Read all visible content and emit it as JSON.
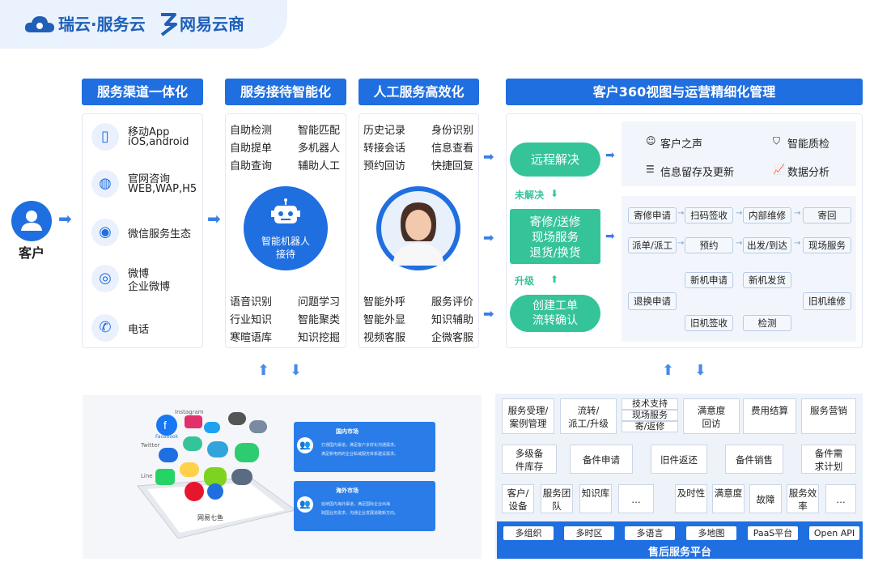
{
  "brand": {
    "left": "瑞云·服务云",
    "right": "网易云商"
  },
  "customer": {
    "label": "客户"
  },
  "col1": {
    "title": "服务渠道一体化",
    "items": [
      {
        "icon": "phone-icon",
        "l1": "移动App",
        "l2": "iOS,android"
      },
      {
        "icon": "globe-icon",
        "l1": "官网咨询",
        "l2": "WEB,WAP,H5"
      },
      {
        "icon": "wechat-icon",
        "l1": "微信服务生态",
        "l2": ""
      },
      {
        "icon": "weibo-icon",
        "l1": "微博",
        "l2": "企业微博"
      },
      {
        "icon": "telephone-icon",
        "l1": "电话",
        "l2": ""
      }
    ]
  },
  "col2": {
    "title": "服务接待智能化",
    "top": [
      "自助检测",
      "智能匹配",
      "自助提单",
      "多机器人",
      "自助查询",
      "辅助人工"
    ],
    "robot": {
      "l1": "智能机器人",
      "l2": "接待"
    },
    "bottom": [
      "语音识别",
      "问题学习",
      "行业知识",
      "智能聚类",
      "寒暄语库",
      "知识挖掘"
    ]
  },
  "col3": {
    "title": "人工服务高效化",
    "top": [
      "历史记录",
      "身份识别",
      "转接会话",
      "信息查看",
      "预约回访",
      "快捷回复"
    ],
    "bottom": [
      "智能外呼",
      "服务评价",
      "智能外显",
      "知识辅助",
      "视频客服",
      "企微客服"
    ]
  },
  "col4": {
    "title": "客户360视图与运营精细化管理",
    "remote": "远程解决",
    "unresolved": "未解决",
    "mid": [
      "寄修/送修",
      "现场服务",
      "退货/换货"
    ],
    "upgrade": "升级",
    "ticket": [
      "创建工单",
      "流转确认"
    ],
    "features": [
      "客户之声",
      "智能质检",
      "信息留存及更新",
      "数据分析"
    ],
    "flow": {
      "row1": [
        "寄修申请",
        "扫码签收",
        "内部维修",
        "寄回"
      ],
      "row2": [
        "派单/派工",
        "预约",
        "出发/到达",
        "现场服务"
      ],
      "row3a": [
        "新机申请",
        "新机发货"
      ],
      "row3": [
        "退换申请",
        "旧机维修"
      ],
      "row3b": [
        "旧机签收",
        "检测"
      ]
    }
  },
  "illustration": {
    "social": [
      "Instagram",
      "Twitter",
      "Line",
      "Facebook"
    ],
    "hub": "网易七鱼",
    "card1": {
      "title": "国内市场",
      "lines": [
        "打通国内渠道，满足客户多样化沟通需求。",
        "满足新电商的企业私域服务体系建设需求。"
      ]
    },
    "card2": {
      "title": "海外市场",
      "lines": [
        "延续国内海外渠道，满足国际企业出海",
        "跨国业务需求，沟通企业发展道路新方向。"
      ]
    }
  },
  "platform": {
    "row1": [
      "服务受理/案例管理",
      "流转/派工/升级",
      "技术支持",
      "现场服务",
      "寄/返修",
      "满意度回访",
      "费用结算",
      "服务营销"
    ],
    "row2": [
      "多级备件库存",
      "备件申请",
      "旧件返还",
      "备件销售",
      "备件需求计划"
    ],
    "row3": [
      "客户/设备",
      "服务团队",
      "知识库",
      "…",
      "及时性",
      "满意度",
      "故障",
      "服务效率",
      "…"
    ],
    "row4": [
      "多组织",
      "多时区",
      "多语言",
      "多地图",
      "PaaS平台",
      "Open API"
    ],
    "footer": "售后服务平台"
  },
  "colors": {
    "primary": "#1f6fe0",
    "green": "#35c39a",
    "light": "#eaf2fd"
  }
}
